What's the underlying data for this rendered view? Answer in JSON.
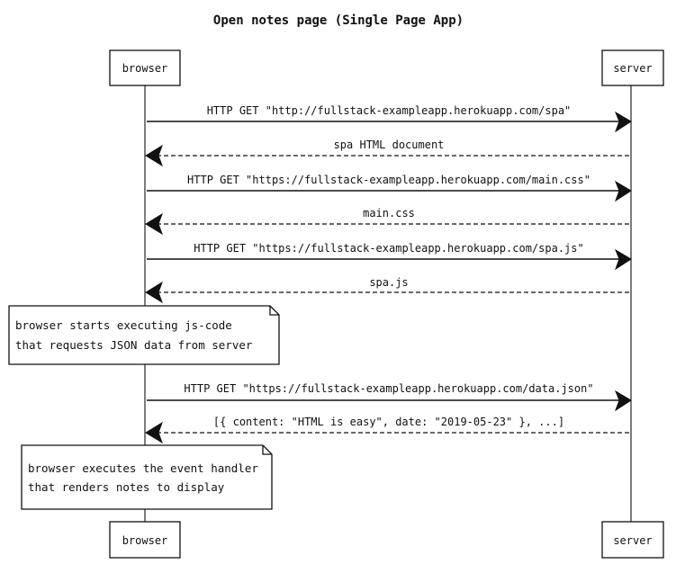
{
  "title": "Open notes page (Single Page App)",
  "participants": {
    "browser": "browser",
    "server": "server"
  },
  "messages": [
    {
      "id": "m1",
      "label": "HTTP GET \"http://fullstack-exampleapp.herokuapp.com/spa\"",
      "from": "browser",
      "to": "server",
      "style": "solid"
    },
    {
      "id": "m2",
      "label": "spa HTML document",
      "from": "server",
      "to": "browser",
      "style": "dashed"
    },
    {
      "id": "m3",
      "label": "HTTP GET \"https://fullstack-exampleapp.herokuapp.com/main.css\"",
      "from": "browser",
      "to": "server",
      "style": "solid"
    },
    {
      "id": "m4",
      "label": "main.css",
      "from": "server",
      "to": "browser",
      "style": "dashed"
    },
    {
      "id": "m5",
      "label": "HTTP GET \"https://fullstack-exampleapp.herokuapp.com/spa.js\"",
      "from": "browser",
      "to": "server",
      "style": "solid"
    },
    {
      "id": "m6",
      "label": "spa.js",
      "from": "server",
      "to": "browser",
      "style": "dashed"
    },
    {
      "id": "m7",
      "label": "HTTP GET \"https://fullstack-exampleapp.herokuapp.com/data.json\"",
      "from": "browser",
      "to": "server",
      "style": "solid"
    },
    {
      "id": "m8",
      "label": "[{ content: \"HTML is easy\", date: \"2019-05-23\" }, ...]",
      "from": "server",
      "to": "browser",
      "style": "dashed"
    }
  ],
  "notes": [
    {
      "id": "n1",
      "lines": [
        "browser starts executing js-code",
        "that requests JSON data from server"
      ]
    },
    {
      "id": "n2",
      "lines": [
        "browser executes the event handler",
        "that renders notes to display"
      ]
    }
  ]
}
